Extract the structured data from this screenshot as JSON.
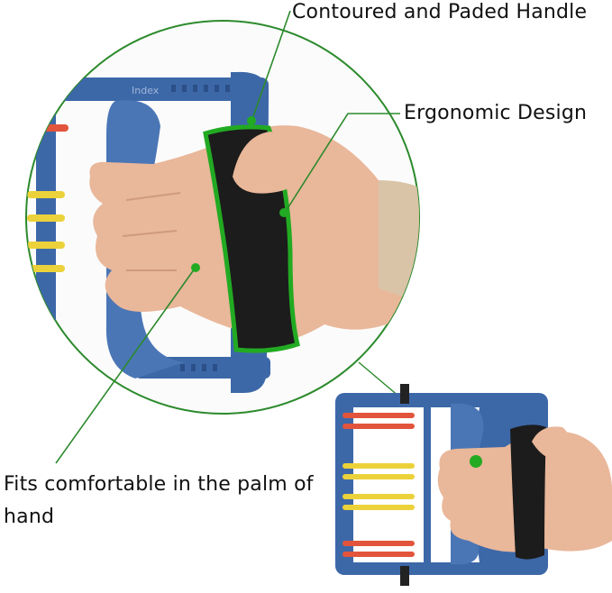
{
  "labels": {
    "handle": "Contoured and Paded Handle",
    "ergonomic": "Ergonomic Design",
    "fits": "Fits comfortable in the palm of hand"
  },
  "product": {
    "frame_text": "Index"
  },
  "colors": {
    "frame_blue": "#3d68a8",
    "frame_dark": "#2b4f87",
    "foam_black": "#1c1c1c",
    "highlight_green": "#22aa22",
    "callout_line": "#2c8a2c",
    "band_red": "#e2553c",
    "band_yellow": "#ecd23a",
    "skin": "#e9b79a"
  },
  "icons": [
    "hand-grip-trainer-photo",
    "callout-dot-icon"
  ]
}
